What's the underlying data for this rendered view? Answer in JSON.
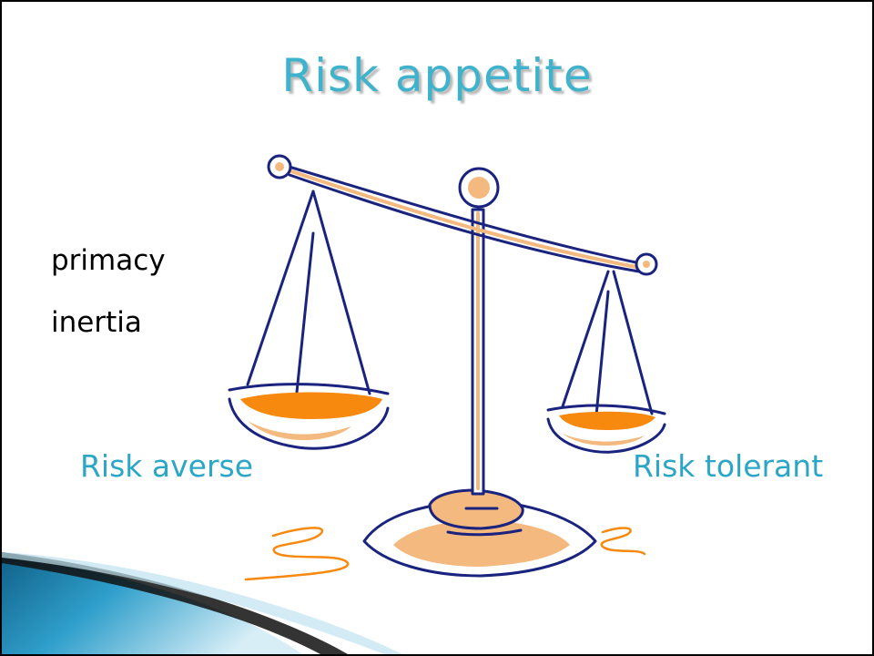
{
  "slide": {
    "title": "Risk appetite",
    "bullets": [
      {
        "text": "primacy"
      },
      {
        "text": "inertia"
      }
    ],
    "labels": {
      "left": "Risk averse",
      "right": "Risk tolerant"
    }
  },
  "colors": {
    "title": "#3fb2cc",
    "label": "#2ba6c6",
    "scale_outline": "#1a237e",
    "scale_fill_light": "#f4b97f",
    "scale_fill_orange": "#f7890f",
    "swoosh": "#1f7fa6"
  },
  "art": {
    "illustration": "balance-scale-clipart",
    "decoration": "corner-swoosh"
  }
}
